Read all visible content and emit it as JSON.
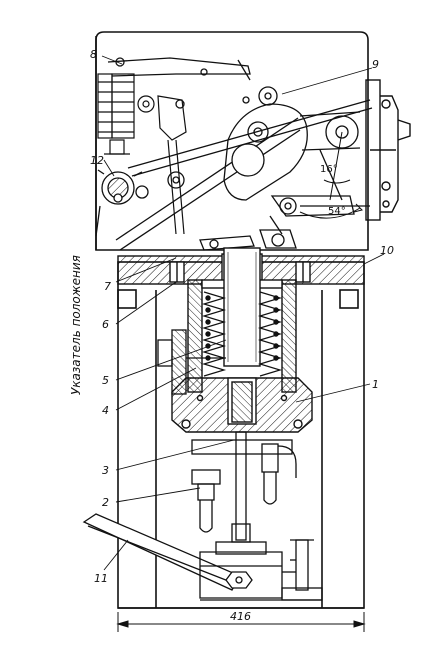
{
  "labels": {
    "l1": "1",
    "l2": "2",
    "l3": "3",
    "l4": "4",
    "l5": "5",
    "l6": "6",
    "l7": "7",
    "l8": "8",
    "l9": "9",
    "l10": "10",
    "l11": "11",
    "l12": "12"
  },
  "position_indicator": "Указатель положения",
  "angle_a": "16°",
  "angle_b": "54°",
  "width_dim": "416"
}
